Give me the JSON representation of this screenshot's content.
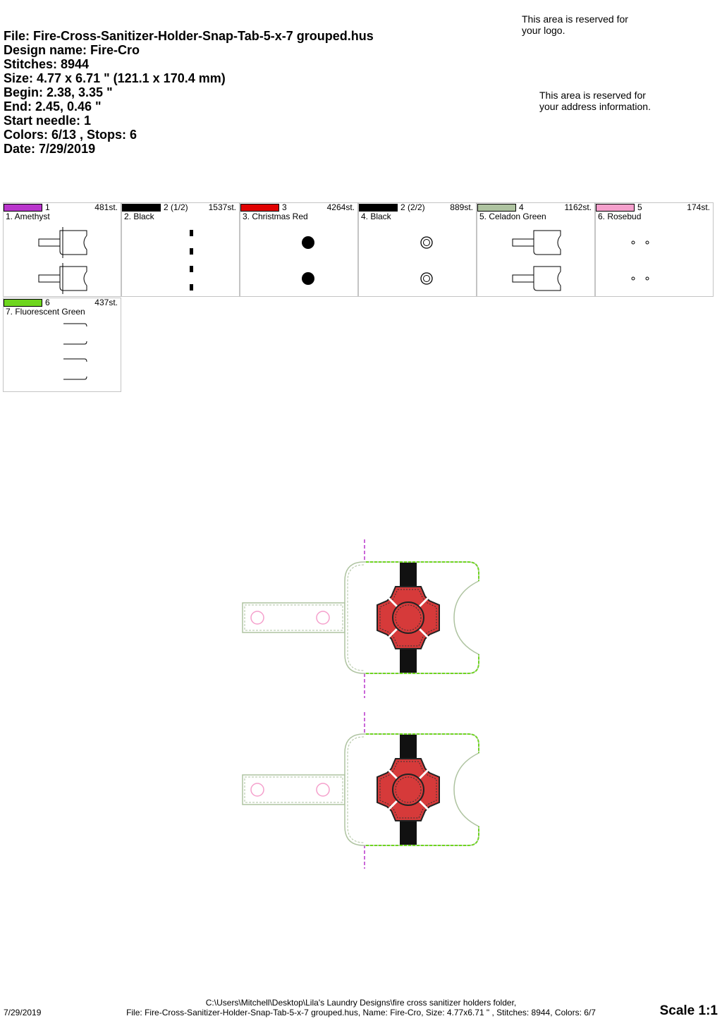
{
  "info": {
    "file": "File: Fire-Cross-Sanitizer-Holder-Snap-Tab-5-x-7 grouped.hus",
    "design_name": "Design name: Fire-Cro",
    "stitches": "Stitches: 8944",
    "size": "Size: 4.77 x 6.71 \" (121.1 x 170.4 mm)",
    "begin": "Begin: 2.38, 3.35 \"",
    "end": "End: 2.45, 0.46 \"",
    "start_needle": "Start needle: 1",
    "colors": "Colors: 6/13 , Stops: 6",
    "date": "Date: 7/29/2019"
  },
  "logo_note": "This area is reserved for\nyour logo.",
  "address_note": "This area is reserved for\nyour address information.",
  "color_stops": [
    {
      "needle": "1",
      "stitches": "481st.",
      "name": "1. Amethyst",
      "color": "#b935cc",
      "thumb": "tab-outline"
    },
    {
      "needle": "2 (1/2)",
      "stitches": "1537st.",
      "name": "2. Black",
      "color": "#000000",
      "thumb": "stripe-dashes"
    },
    {
      "needle": "3",
      "stitches": "4264st.",
      "name": "3. Christmas Red",
      "color": "#e00000",
      "thumb": "solid-dots"
    },
    {
      "needle": "2 (2/2)",
      "stitches": "889st.",
      "name": "4. Black",
      "color": "#000000",
      "thumb": "cross-outlines"
    },
    {
      "needle": "4",
      "stitches": "1162st.",
      "name": "5. Celadon Green",
      "color": "#aec3a0",
      "thumb": "tab-outline-full"
    },
    {
      "needle": "5",
      "stitches": "174st.",
      "name": "6. Rosebud",
      "color": "#f5a0cc",
      "thumb": "small-circles"
    },
    {
      "needle": "6",
      "stitches": "437st.",
      "name": "7. Fluorescent Green",
      "color": "#6ed61e",
      "thumb": "brackets"
    }
  ],
  "footer": {
    "date": "7/29/2019",
    "path": "C:\\Users\\Mitchell\\Desktop\\Lila's Laundry Designs\\fire cross sanitizer holders folder,",
    "file_line": "File: Fire-Cross-Sanitizer-Holder-Snap-Tab-5-x-7 grouped.hus, Name: Fire-Cro, Size: 4.77x6.71 \" , Stitches: 8944, Colors: 6/7",
    "scale": "Scale 1:1"
  }
}
